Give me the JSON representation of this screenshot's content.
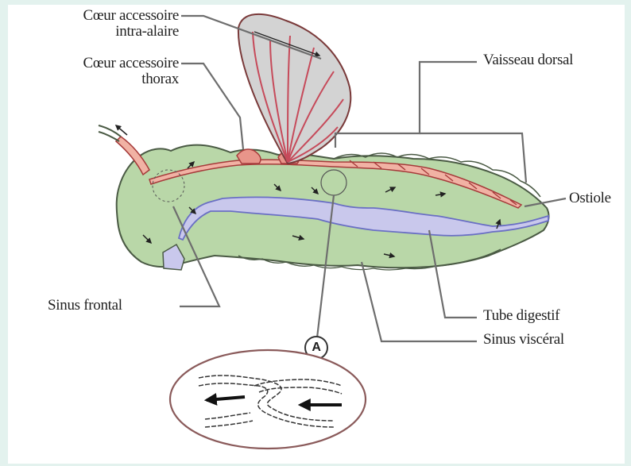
{
  "labels": {
    "coeur_intra_alaire_1": "Cœur accessoire",
    "coeur_intra_alaire_2": "intra-alaire",
    "coeur_thorax_1": "Cœur accessoire",
    "coeur_thorax_2": "thorax",
    "vaisseau_dorsal": "Vaisseau dorsal",
    "ostiole": "Ostiole",
    "sinus_frontal": "Sinus frontal",
    "tube_digestif": "Tube digestif",
    "sinus_visceral": "Sinus viscéral",
    "inset_marker": "A"
  },
  "colors": {
    "background": "#e3f2ee",
    "body_fill": "#b9d7a8",
    "body_stroke": "#4a5a44",
    "gut_fill": "#c9c8ec",
    "gut_stroke": "#6a6fc4",
    "vessel_fill": "#f1b2a4",
    "vessel_stroke": "#a63a3a",
    "wing_fill": "#d3d3d3",
    "wing_vein": "#c64a5a",
    "leader_line": "#6e6e6e"
  }
}
